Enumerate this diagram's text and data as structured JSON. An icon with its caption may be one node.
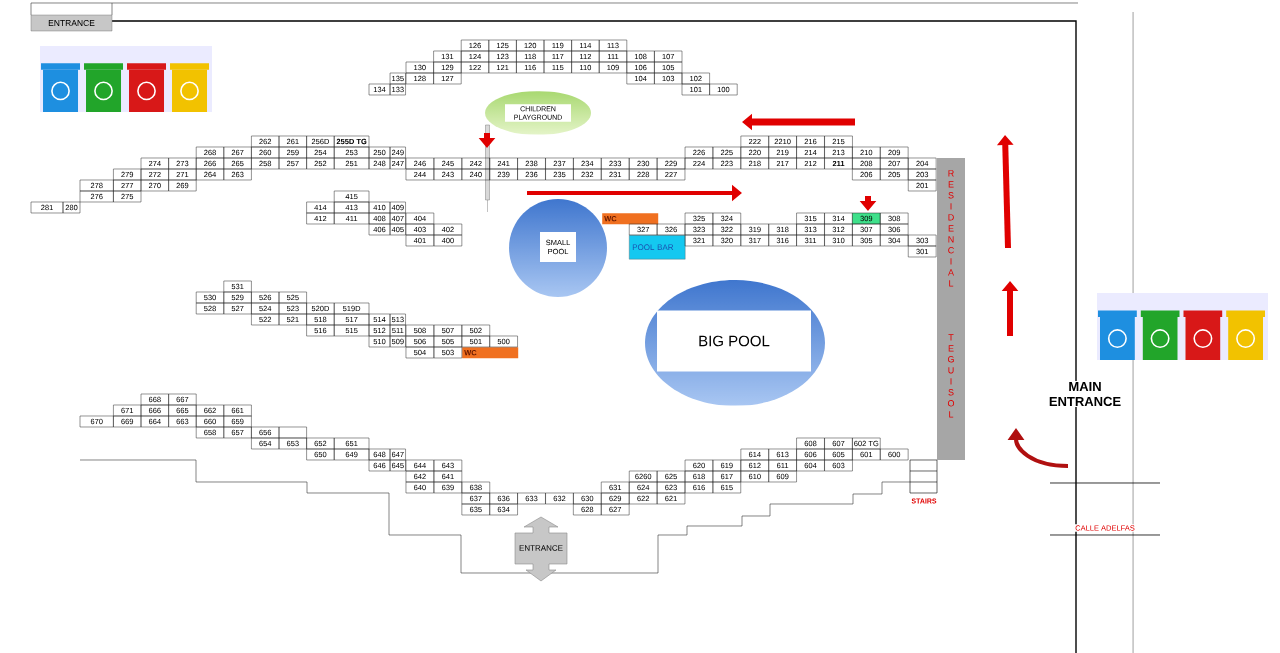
{
  "diagram": {
    "nodes": [
      {
        "text": [
          "ENTRANCE"
        ]
      },
      {
        "text": [
          "CHILDREN PLAYGROUND"
        ]
      },
      {
        "text": [
          "WC"
        ]
      },
      {
        "text": [
          "SMALL POOL"
        ]
      },
      {
        "text": [
          "POOL BAR"
        ]
      },
      {
        "text": [
          "RESIDENCIAL",
          "TEGUISOL"
        ]
      },
      {
        "text": [
          "BIG POOL"
        ]
      },
      {
        "text": [
          "WC"
        ]
      },
      {
        "text": [
          "ENTRANCE"
        ]
      }
    ],
    "labels": [
      "126",
      "125",
      "120",
      "119",
      "114",
      "113",
      "131",
      "124",
      "123",
      "118",
      "117",
      "112",
      "111",
      "108",
      "107",
      "130",
      "129",
      "122",
      "121",
      "116",
      "115",
      "110",
      "109",
      "106",
      "105",
      "135",
      "128",
      "127",
      "104",
      "103",
      "102",
      "134",
      "133",
      "101",
      "100",
      "262",
      "261",
      "256D",
      "255D TG",
      "222",
      "2210",
      "216",
      "215",
      "268",
      "267",
      "260",
      "259",
      "254",
      "253",
      "250",
      "249",
      "226",
      "225",
      "220",
      "219",
      "214",
      "213",
      "210",
      "209",
      "274",
      "273",
      "266",
      "265",
      "258",
      "257",
      "252",
      "251",
      "248",
      "247",
      "246",
      "245",
      "242",
      "241",
      "238",
      "237",
      "234",
      "233",
      "230",
      "229",
      "224",
      "223",
      "218",
      "217",
      "212",
      "211",
      "208",
      "207",
      "204",
      "279",
      "272",
      "271",
      "264",
      "263",
      "244",
      "243",
      "240",
      "239",
      "236",
      "235",
      "232",
      "231",
      "228",
      "227",
      "206",
      "205",
      "203",
      "278",
      "277",
      "270",
      "269",
      "201",
      "276",
      "275",
      "415",
      "281",
      "280",
      "414",
      "413",
      "410",
      "409",
      "412",
      "411",
      "408",
      "407",
      "404",
      "325",
      "324",
      "315",
      "314",
      "309",
      "308",
      "406",
      "405",
      "403",
      "402",
      "327",
      "326",
      "323",
      "322",
      "319",
      "318",
      "313",
      "312",
      "307",
      "306",
      "401",
      "400",
      "321",
      "320",
      "317",
      "316",
      "311",
      "310",
      "305",
      "304",
      "303",
      "301",
      "531",
      "530",
      "529",
      "526",
      "525",
      "528",
      "527",
      "524",
      "523",
      "520D",
      "519D",
      "522",
      "521",
      "518",
      "517",
      "514",
      "513",
      "516",
      "515",
      "512",
      "511",
      "508",
      "507",
      "502",
      "510",
      "509",
      "506",
      "505",
      "501",
      "500",
      "504",
      "503",
      "668",
      "667",
      "671",
      "666",
      "665",
      "662",
      "661",
      "670",
      "669",
      "664",
      "663",
      "660",
      "659",
      "658",
      "657",
      "656",
      "654",
      "653",
      "652",
      "651",
      "608",
      "607",
      "602 TG",
      "650",
      "649",
      "648",
      "647",
      "614",
      "613",
      "606",
      "605",
      "601",
      "600",
      "646",
      "645",
      "644",
      "643",
      "620",
      "619",
      "612",
      "611",
      "604",
      "603",
      "642",
      "641",
      "6260",
      "625",
      "618",
      "617",
      "610",
      "609",
      "640",
      "639",
      "638",
      "631",
      "624",
      "623",
      "616",
      "615",
      "637",
      "636",
      "633",
      "632",
      "630",
      "629",
      "622",
      "621",
      "635",
      "634",
      "628",
      "627",
      "MAIN ENTRANCE",
      "CALLE ADELFAS",
      "STAIRS"
    ]
  }
}
